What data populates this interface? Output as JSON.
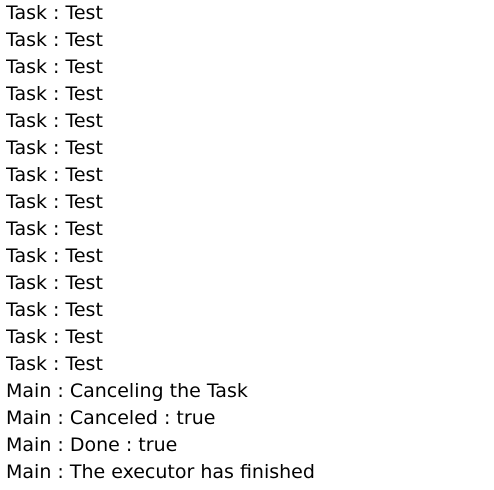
{
  "console": {
    "lines": [
      "Task : Test",
      "Task : Test",
      "Task : Test",
      "Task : Test",
      "Task : Test",
      "Task : Test",
      "Task : Test",
      "Task : Test",
      "Task : Test",
      "Task : Test",
      "Task : Test",
      "Task : Test",
      "Task : Test",
      "Task : Test",
      "Main : Canceling the Task",
      "Main : Canceled : true",
      "Main : Done : true",
      "Main : The executor has finished"
    ]
  }
}
